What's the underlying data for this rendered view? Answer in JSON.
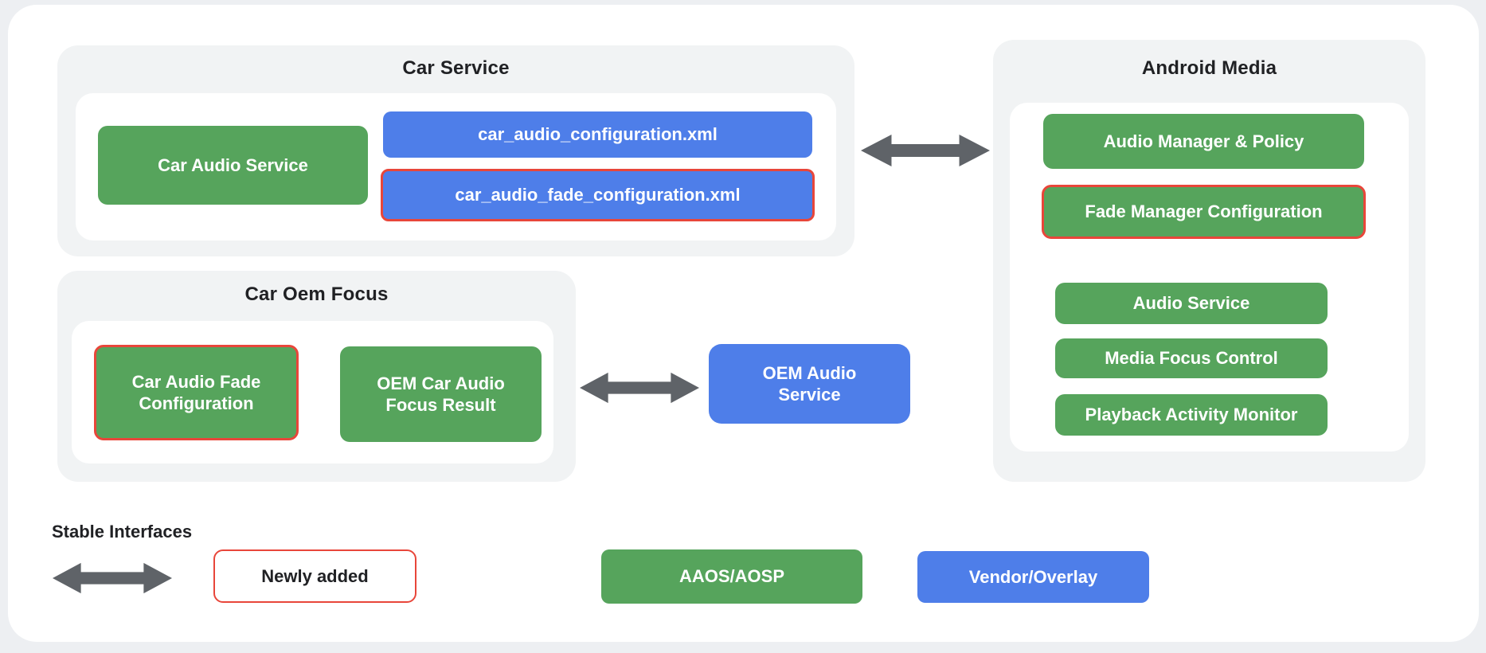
{
  "palette": {
    "green": "#56a45c",
    "blue": "#4e7ee9",
    "red": "#e8463a",
    "arrow_gray": "#5f6368",
    "text_dark": "#202124",
    "container_gray": "#f1f3f4",
    "canvas_white": "#ffffff",
    "page_bg": "#edeff2"
  },
  "sections": {
    "car_service": {
      "title": "Car Service",
      "car_audio_service": "Car Audio Service",
      "config_xml": "car_audio_configuration.xml",
      "fade_config_xml": "car_audio_fade_configuration.xml"
    },
    "android_media": {
      "title": "Android Media",
      "items": [
        "Audio Manager & Policy",
        "Fade Manager Configuration",
        "Audio Service",
        "Media Focus Control",
        "Playback Activity Monitor"
      ]
    },
    "car_oem_focus": {
      "title": "Car Oem Focus",
      "fade_config": "Car Audio Fade Configuration",
      "focus_result": "OEM Car Audio Focus Result"
    },
    "oem_audio_service": {
      "label": "OEM Audio Service"
    }
  },
  "legend": {
    "stable_interfaces": "Stable Interfaces",
    "newly_added": "Newly added",
    "aaos_aosp": "AAOS/AOSP",
    "vendor_overlay": "Vendor/Overlay"
  }
}
